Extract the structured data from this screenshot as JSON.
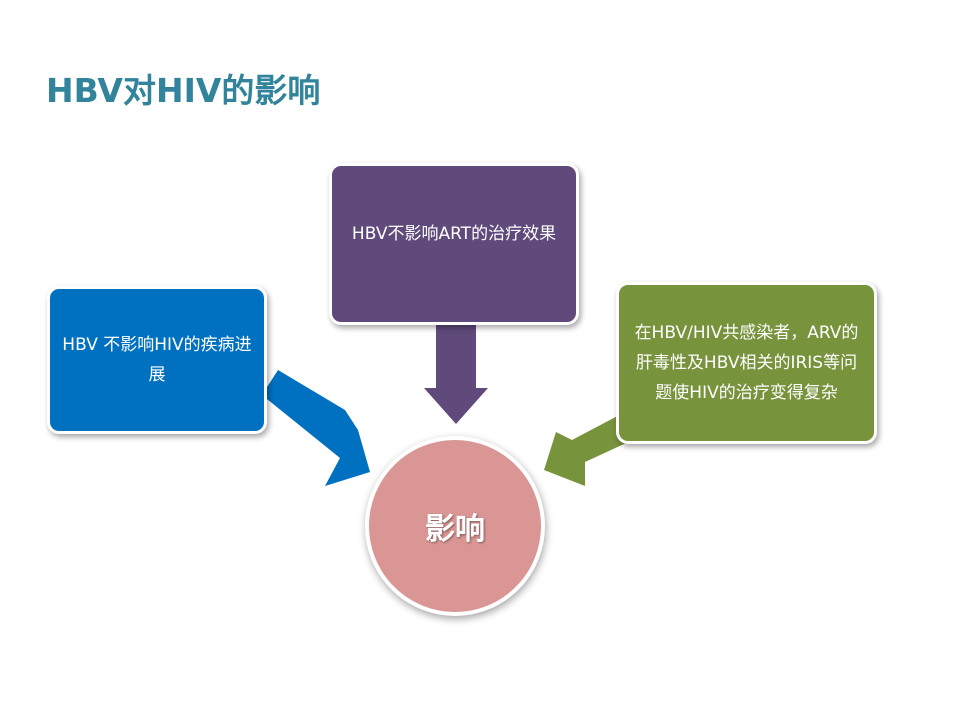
{
  "title": "HBV对HIV的影响",
  "center": {
    "label": "影响",
    "color": "#d99694"
  },
  "boxes": [
    {
      "text": "HBV 不影响HIV的疾病进展",
      "color": "#0070c0"
    },
    {
      "text": "HBV不影响ART的治疗效果",
      "color": "#604a7b"
    },
    {
      "text": "在HBV/HIV共感染者，ARV的肝毒性及HBV相关的IRIS等问题使HIV的治疗变得复杂",
      "color": "#77933c"
    }
  ],
  "colors": {
    "title": "#31849b"
  }
}
